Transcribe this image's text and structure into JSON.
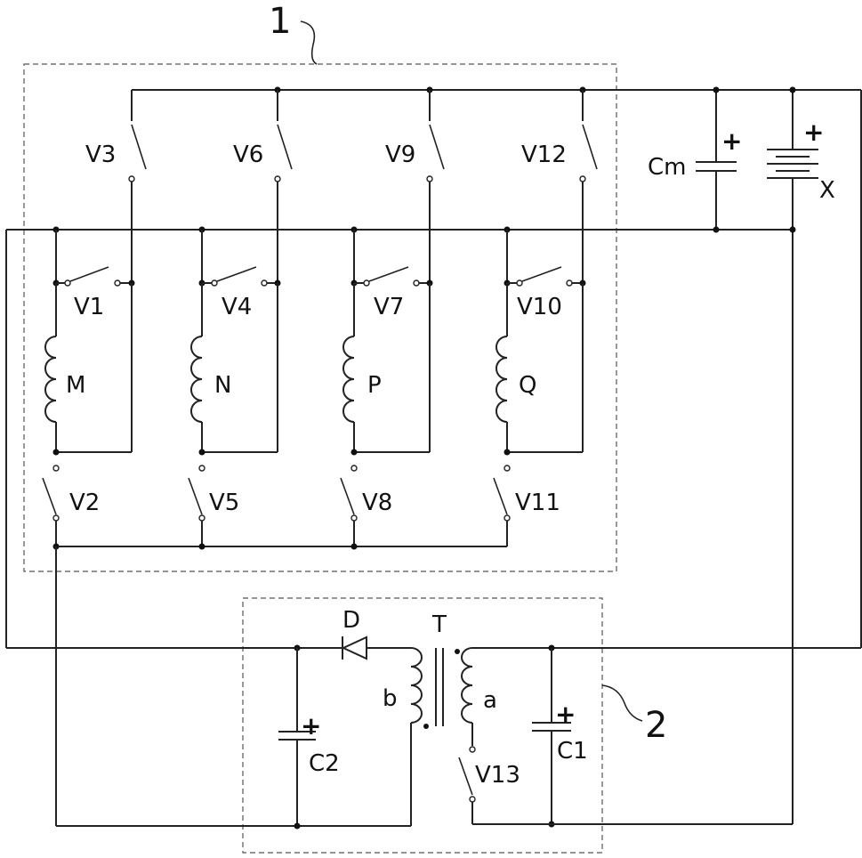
{
  "labels": {
    "module1": "1",
    "module2": "2",
    "v1": "V1",
    "v2": "V2",
    "v3": "V3",
    "v4": "V4",
    "v5": "V5",
    "v6": "V6",
    "v7": "V7",
    "v8": "V8",
    "v9": "V9",
    "v10": "V10",
    "v11": "V11",
    "v12": "V12",
    "v13": "V13",
    "m": "M",
    "n": "N",
    "p": "P",
    "q": "Q",
    "cm": "Cm",
    "x": "X",
    "c1": "C1",
    "c2": "C2",
    "d": "D",
    "t": "T",
    "a": "a",
    "b": "b",
    "plus": "+"
  }
}
